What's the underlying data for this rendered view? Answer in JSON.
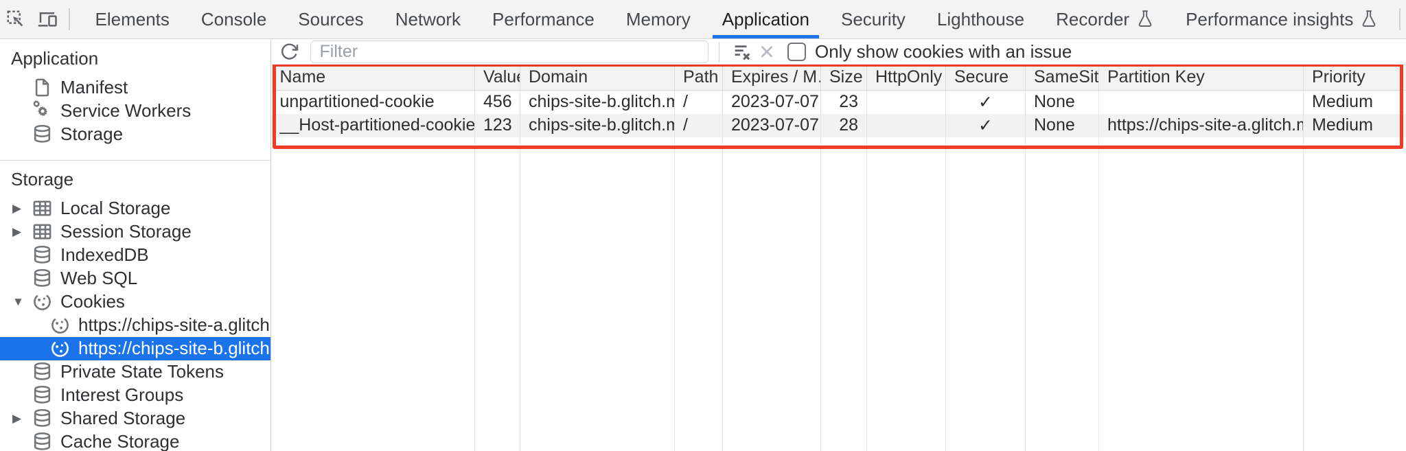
{
  "tabbar": {
    "tabs": [
      {
        "label": "Elements"
      },
      {
        "label": "Console"
      },
      {
        "label": "Sources"
      },
      {
        "label": "Network"
      },
      {
        "label": "Performance"
      },
      {
        "label": "Memory"
      },
      {
        "label": "Application",
        "selected": true
      },
      {
        "label": "Security"
      },
      {
        "label": "Lighthouse"
      },
      {
        "label": "Recorder",
        "flask": true
      },
      {
        "label": "Performance insights",
        "flask": true
      }
    ]
  },
  "sidebar": {
    "sections": [
      {
        "title": "Application",
        "items": [
          {
            "label": "Manifest",
            "icon": "document-icon"
          },
          {
            "label": "Service Workers",
            "icon": "service-worker-icon"
          },
          {
            "label": "Storage",
            "icon": "database-icon"
          }
        ]
      },
      {
        "title": "Storage",
        "items": [
          {
            "label": "Local Storage",
            "icon": "table-icon",
            "arrow": "collapsed"
          },
          {
            "label": "Session Storage",
            "icon": "table-icon",
            "arrow": "collapsed"
          },
          {
            "label": "IndexedDB",
            "icon": "database-icon"
          },
          {
            "label": "Web SQL",
            "icon": "database-icon"
          },
          {
            "label": "Cookies",
            "icon": "cookie-icon",
            "arrow": "expanded"
          },
          {
            "label": "https://chips-site-a.glitch.me",
            "icon": "cookie-icon",
            "child": true
          },
          {
            "label": "https://chips-site-b.glitch.me",
            "icon": "cookie-icon",
            "child": true,
            "selected": true
          },
          {
            "label": "Private State Tokens",
            "icon": "database-icon"
          },
          {
            "label": "Interest Groups",
            "icon": "database-icon"
          },
          {
            "label": "Shared Storage",
            "icon": "database-icon",
            "arrow": "collapsed"
          },
          {
            "label": "Cache Storage",
            "icon": "database-icon"
          }
        ]
      }
    ]
  },
  "toolbar": {
    "filter_placeholder": "Filter",
    "checkbox_label": "Only show cookies with an issue",
    "checkbox_checked": false
  },
  "cookies_table": {
    "columns": [
      "Name",
      "Value",
      "Domain",
      "Path",
      "Expires / M…",
      "Size",
      "HttpOnly",
      "Secure",
      "SameSite",
      "Partition Key",
      "Priority"
    ],
    "rows": [
      [
        "unpartitioned-cookie",
        "456",
        "chips-site-b.glitch.me",
        "/",
        "2023-07-07…",
        "23",
        "",
        "✓",
        "None",
        "",
        "Medium"
      ],
      [
        "__Host-partitioned-cookie",
        "123",
        "chips-site-b.glitch.me",
        "/",
        "2023-07-07…",
        "28",
        "",
        "✓",
        "None",
        "https://chips-site-a.glitch.me",
        "Medium"
      ]
    ]
  },
  "colors": {
    "accent_blue": "#1a73e8",
    "selected_row_bg": "#1a73e8",
    "highlight_red": "#ee3b25",
    "tabbar_bg": "#f3f3f3",
    "table_header_bg": "#f3f3f3",
    "stripe_row_bg": "#f2f2f2"
  }
}
